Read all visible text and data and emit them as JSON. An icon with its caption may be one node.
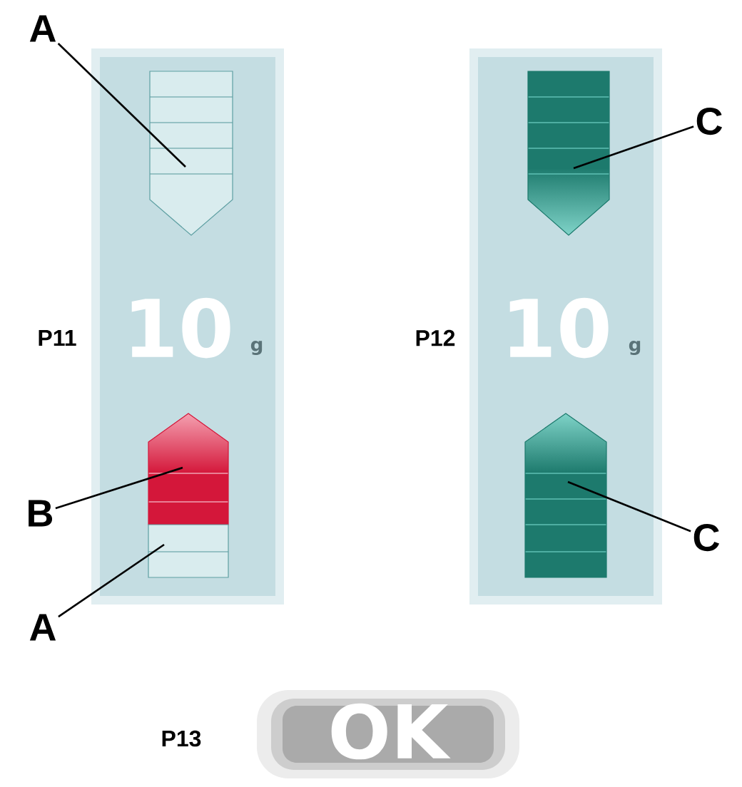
{
  "diagram": {
    "nodes": [
      {
        "text": [
          "A"
        ]
      },
      {
        "text": [],
        "shape": "bar"
      },
      {
        "text": [
          "B"
        ]
      },
      {
        "text": [],
        "shape": "bar"
      },
      {
        "text": [
          "A"
        ]
      },
      {
        "text": [],
        "shape": "box"
      },
      {
        "text": [
          "C"
        ]
      },
      {
        "text": [],
        "shape": "bar"
      },
      {
        "text": [
          "C"
        ]
      },
      {
        "text": [],
        "shape": "bar"
      }
    ],
    "edges": [
      {
        "from": 0,
        "to": 1,
        "arrow": "none"
      },
      {
        "from": 2,
        "to": 3,
        "arrow": "none"
      },
      {
        "from": 4,
        "to": 5,
        "arrow": "none"
      },
      {
        "from": 6,
        "to": 7,
        "arrow": "none"
      },
      {
        "from": 8,
        "to": 9,
        "arrow": "none"
      }
    ],
    "labels": [
      "P11",
      "10",
      "g",
      "P12",
      "10",
      "g",
      "P13",
      "OK"
    ]
  }
}
